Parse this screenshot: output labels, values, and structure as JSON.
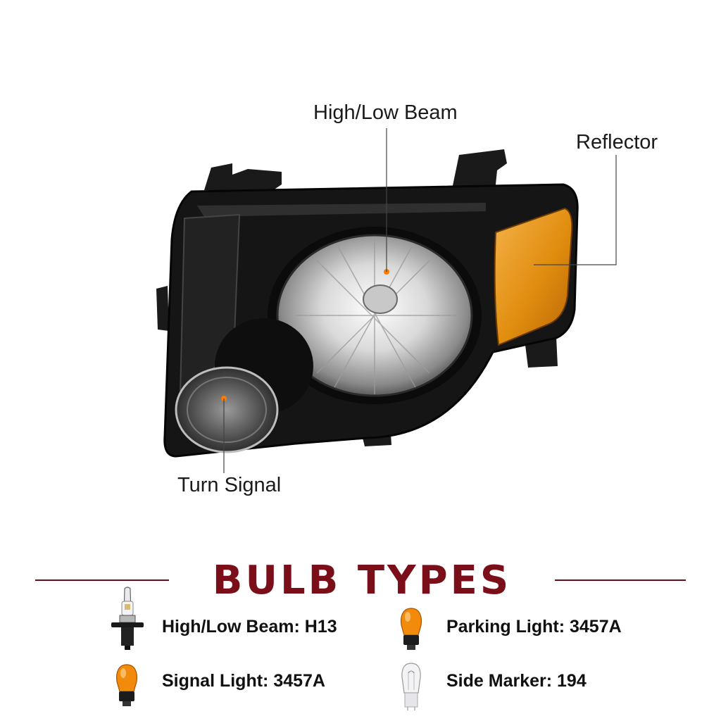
{
  "callouts": {
    "high_low_beam": "High/Low Beam",
    "reflector": "Reflector",
    "turn_signal": "Turn Signal"
  },
  "bulb_types": {
    "title": "BULB TYPES",
    "items": [
      {
        "label": "High/Low Beam: H13",
        "icon": "halogen-bulb-icon"
      },
      {
        "label": "Parking Light: 3457A",
        "icon": "amber-bulb-icon"
      },
      {
        "label": "Signal Light: 3457A",
        "icon": "amber-bulb-icon"
      },
      {
        "label": "Side Marker: 194",
        "icon": "clear-wedge-bulb-icon"
      }
    ]
  },
  "colors": {
    "title": "#7a0f1a",
    "rule": "#6b0d16",
    "amber_lens": "#e0900f",
    "housing": "#151515",
    "marker_dot": "#ff7a00"
  }
}
